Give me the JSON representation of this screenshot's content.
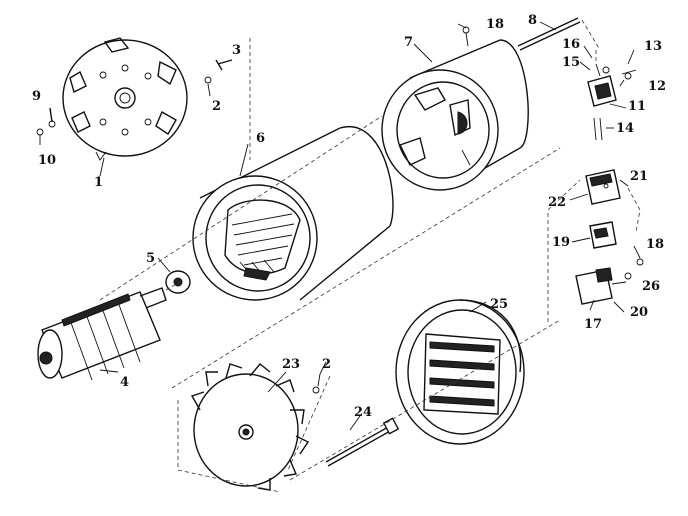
{
  "parts": [
    {
      "id": "p1",
      "name": "end-bell",
      "label": "1"
    },
    {
      "id": "p2a",
      "name": "bolt-nut-upper",
      "label": "2"
    },
    {
      "id": "p2b",
      "name": "bolt-nut-lower",
      "label": "2"
    },
    {
      "id": "p3",
      "name": "bolt",
      "label": "3"
    },
    {
      "id": "p4",
      "name": "armature",
      "label": "4"
    },
    {
      "id": "p5",
      "name": "bearing",
      "label": "5"
    },
    {
      "id": "p6",
      "name": "field-housing",
      "label": "6"
    },
    {
      "id": "p7",
      "name": "fan-housing",
      "label": "7"
    },
    {
      "id": "p8",
      "name": "through-bolt",
      "label": "8"
    },
    {
      "id": "p9",
      "name": "screw",
      "label": "9"
    },
    {
      "id": "p10",
      "name": "washer",
      "label": "10"
    },
    {
      "id": "p11",
      "name": "brush-holder",
      "label": "11"
    },
    {
      "id": "p12",
      "name": "nut",
      "label": "12"
    },
    {
      "id": "p13",
      "name": "screw-small",
      "label": "13"
    },
    {
      "id": "p14",
      "name": "brush",
      "label": "14"
    },
    {
      "id": "p15",
      "name": "clip",
      "label": "15"
    },
    {
      "id": "p16",
      "name": "spring",
      "label": "16"
    },
    {
      "id": "p17",
      "name": "switch-bracket",
      "label": "17"
    },
    {
      "id": "p18a",
      "name": "screw-top",
      "label": "18"
    },
    {
      "id": "p18b",
      "name": "screw-right",
      "label": "18"
    },
    {
      "id": "p19",
      "name": "switch-block",
      "label": "19"
    },
    {
      "id": "p20",
      "name": "switch-plate",
      "label": "20"
    },
    {
      "id": "p21",
      "name": "wire-lead",
      "label": "21"
    },
    {
      "id": "p22",
      "name": "switch-cover",
      "label": "22"
    },
    {
      "id": "p23",
      "name": "fan-impeller",
      "label": "23"
    },
    {
      "id": "p24",
      "name": "long-bolt",
      "label": "24"
    },
    {
      "id": "p25",
      "name": "grille-cover",
      "label": "25"
    },
    {
      "id": "p26",
      "name": "washer-small",
      "label": "26"
    }
  ]
}
